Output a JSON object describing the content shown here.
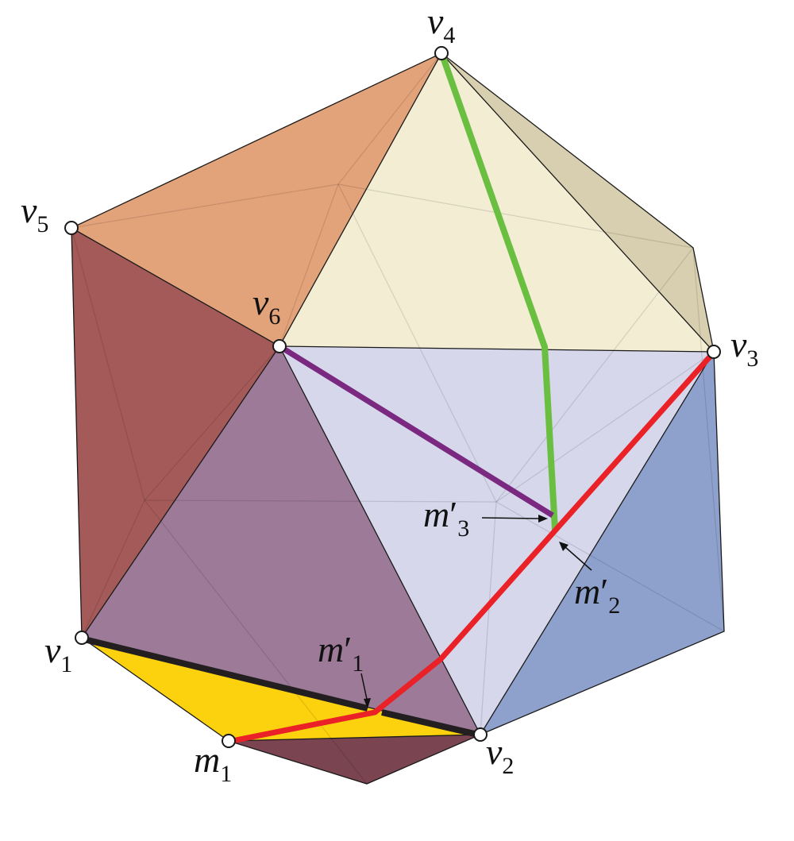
{
  "figure": {
    "vertex_labels": [
      {
        "id": "v4",
        "base": "v",
        "sub": "4"
      },
      {
        "id": "v5",
        "base": "v",
        "sub": "5"
      },
      {
        "id": "v6",
        "base": "v",
        "sub": "6"
      },
      {
        "id": "v3",
        "base": "v",
        "sub": "3"
      },
      {
        "id": "v1",
        "base": "v",
        "sub": "1"
      },
      {
        "id": "v2",
        "base": "v",
        "sub": "2"
      },
      {
        "id": "m1",
        "base": "m",
        "sub": "1"
      }
    ],
    "annotation_labels": [
      {
        "id": "m1-prime",
        "base": "m",
        "prime": "′",
        "sub": "1"
      },
      {
        "id": "m2-prime",
        "base": "m",
        "prime": "′",
        "sub": "2"
      },
      {
        "id": "m3-prime",
        "base": "m",
        "prime": "′",
        "sub": "3"
      }
    ],
    "colors": {
      "top_face": "#f1ecd0",
      "orange_face": "#e2a27a",
      "maroon_face": "#a45a58",
      "purple_face": "#9c7a98",
      "lavender_face": "#d5d6ea",
      "blue_face": "#8ea1cc",
      "tan_face": "#d8cfb0",
      "yellow_face": "#fcd20e",
      "bottom_face": "#7a4450",
      "green_path": "#6abf40",
      "red_path": "#ea2127",
      "purple_path": "#7a2880",
      "black_path": "#231f20"
    }
  }
}
